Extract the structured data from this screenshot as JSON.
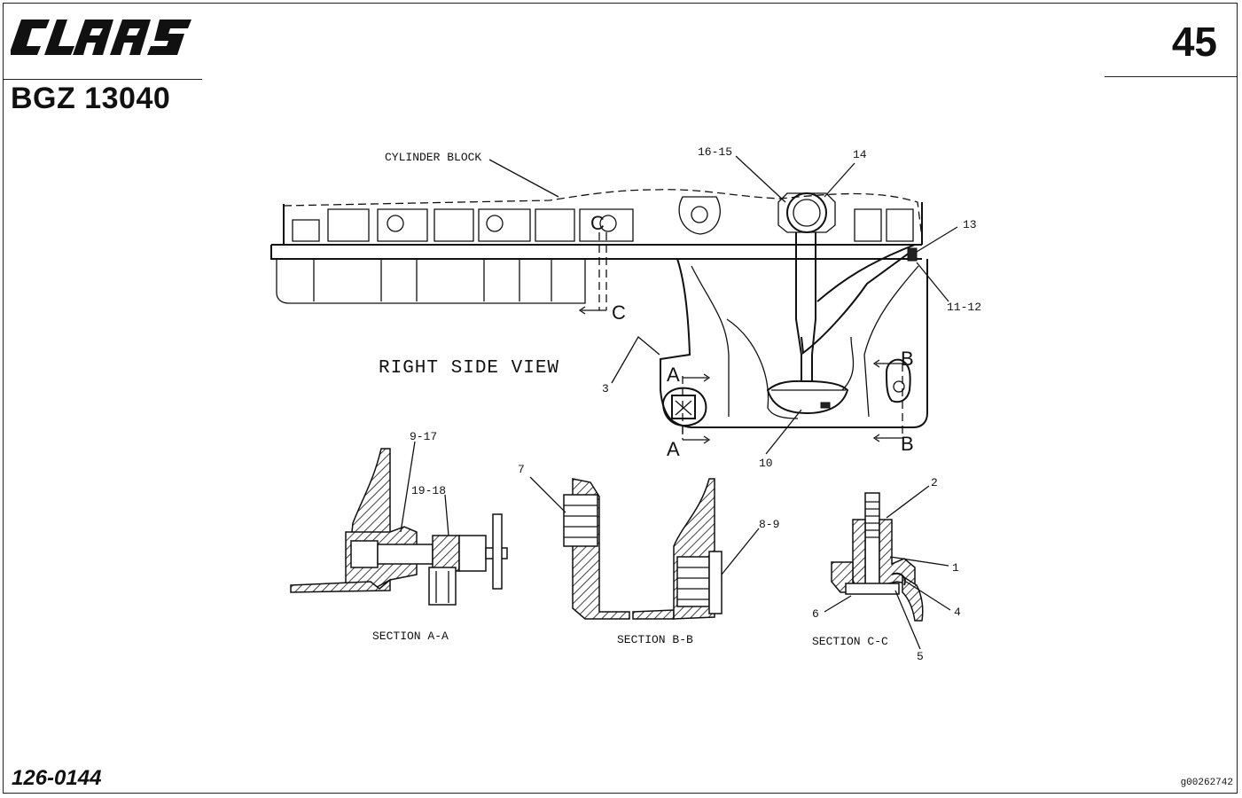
{
  "header": {
    "brand": "CLAAS",
    "code": "BGZ 13040",
    "page_number": "45"
  },
  "footer": {
    "doc_number": "126-0144",
    "image_id": "g00262742"
  },
  "diagram": {
    "view_title": "RIGHT SIDE VIEW",
    "component_labels": {
      "cylinder_block": "CYLINDER BLOCK"
    },
    "section_titles": {
      "aa": "SECTION A-A",
      "bb": "SECTION B-B",
      "cc": "SECTION C-C"
    },
    "section_markers": {
      "a": "A",
      "b": "B",
      "c": "C"
    },
    "callouts": {
      "c16_15": "16-15",
      "c14": "14",
      "c13": "13",
      "c11_12": "11-12",
      "c3": "3",
      "c10": "10",
      "c9_17": "9-17",
      "c19_18": "19-18",
      "c7": "7",
      "c8_9": "8-9",
      "c2": "2",
      "c1": "1",
      "c4": "4",
      "c5": "5",
      "c6": "6"
    }
  }
}
